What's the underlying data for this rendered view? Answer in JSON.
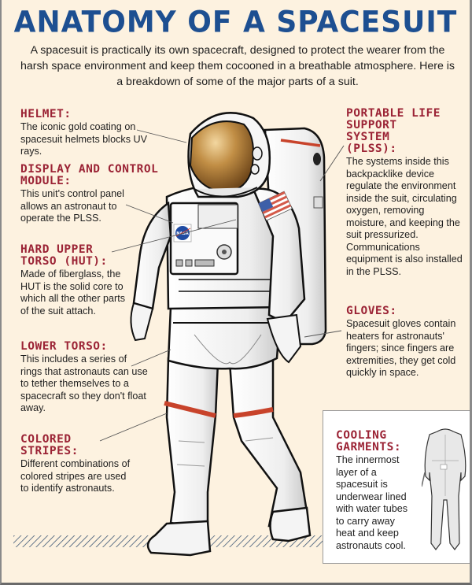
{
  "title": "ANATOMY OF A SPACESUIT",
  "intro": "A spacesuit is practically its own spacecraft, designed to protect the wearer from the harsh space environment and keep them cocooned in a breathable atmosphere. Here is a breakdown of some of the major parts of a suit.",
  "colors": {
    "background": "#fdf2e0",
    "title": "#1d4f91",
    "heading": "#9b2335",
    "stripe": "#c8432b",
    "visor": "#b0803a"
  },
  "labels": {
    "helmet": {
      "heading": "HELMET:",
      "body": "The iconic gold coating on spacesuit helmets blocks UV rays."
    },
    "display_control_module": {
      "heading": "DISPLAY AND CONTROL MODULE:",
      "body": "This unit's control panel allows an astronaut to operate the PLSS."
    },
    "hard_upper_torso": {
      "heading": "HARD UPPER TORSO (HUT):",
      "body": "Made of fiberglass, the HUT is the solid core to which all the other parts of the suit attach."
    },
    "lower_torso": {
      "heading": "LOWER TORSO:",
      "body": "This includes a series of rings that astronauts can use to tether themselves to a spacecraft so they don't float away."
    },
    "colored_stripes": {
      "heading": "COLORED STRIPES:",
      "body": "Different combinations of colored stripes are used to identify astronauts."
    },
    "plss": {
      "heading": "PORTABLE LIFE SUPPORT SYSTEM (PLSS):",
      "body": "The systems inside this backpacklike device regulate the environment inside the suit, circulating oxygen, removing moisture, and keeping the suit pressurized. Communications equipment is also installed in the PLSS."
    },
    "gloves": {
      "heading": "GLOVES:",
      "body": "Spacesuit gloves contain heaters for astronauts' fingers; since fingers are extremities, they get cold quickly in space."
    },
    "cooling_garments": {
      "heading": "COOLING GARMENTS:",
      "body": "The innermost layer of a spacesuit is underwear lined with water tubes to carry away heat and keep astronauts cool."
    }
  },
  "illustration": {
    "patch_text": "NASA",
    "flag": "US flag"
  }
}
